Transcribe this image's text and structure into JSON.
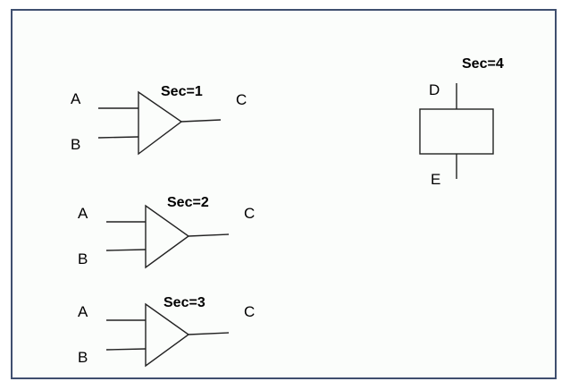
{
  "gates": [
    {
      "input_a": "A",
      "input_b": "B",
      "output": "C",
      "section": "Sec=1"
    },
    {
      "input_a": "A",
      "input_b": "B",
      "output": "C",
      "section": "Sec=2"
    },
    {
      "input_a": "A",
      "input_b": "B",
      "output": "C",
      "section": "Sec=3"
    }
  ],
  "block": {
    "top_pin": "D",
    "bottom_pin": "E",
    "section": "Sec=4"
  },
  "colors": {
    "frame": "#3f4f6f",
    "background": "#fbfdfb",
    "line": "#222222"
  }
}
